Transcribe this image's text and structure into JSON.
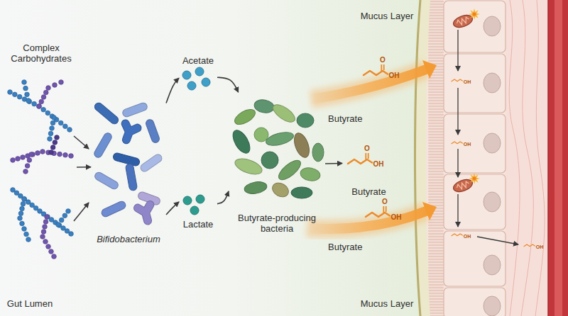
{
  "diagram": {
    "nodes": [
      {
        "text": [
          "Complex Carbohydrates"
        ]
      },
      {
        "text": [
          "Bifidobacterium"
        ]
      },
      {
        "text": [
          "Acetate"
        ]
      },
      {
        "text": [
          "Lactate"
        ]
      },
      {
        "text": [
          "Butyrate-producing bacteria"
        ]
      },
      {
        "text": [
          "Butyrate"
        ]
      },
      {
        "text": [
          "Butyrate"
        ]
      },
      {
        "text": [
          "Butyrate"
        ]
      }
    ],
    "edges": [
      {
        "from": 0,
        "to": 1,
        "arrow": "to"
      },
      {
        "from": 1,
        "to": 2,
        "arrow": "to"
      },
      {
        "from": 1,
        "to": 3,
        "arrow": "to"
      },
      {
        "from": 2,
        "to": 4,
        "arrow": "to"
      },
      {
        "from": 3,
        "to": 4,
        "arrow": "to"
      },
      {
        "from": 4,
        "to": 6,
        "arrow": "to"
      }
    ],
    "labels": [
      "Mucus Layer",
      "Mucus Layer",
      "Gut Lumen",
      "O",
      "OH",
      "O",
      "OH",
      "O",
      "OH",
      "OH",
      "OH",
      "OH",
      "OH"
    ]
  }
}
